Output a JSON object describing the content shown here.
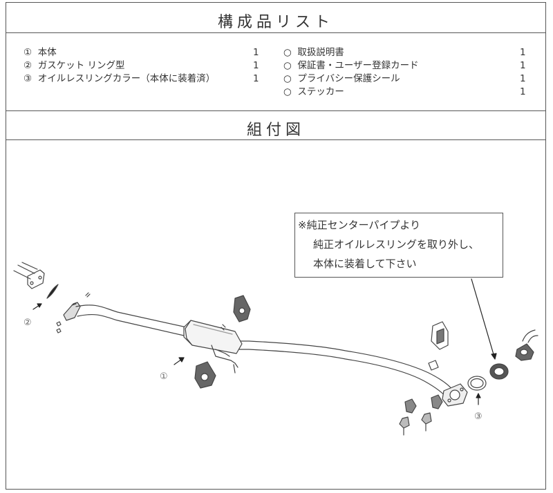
{
  "sections": {
    "parts_list_title": "構成品リスト",
    "assembly_title": "組付図"
  },
  "parts_left": [
    {
      "num": "①",
      "name": "本体",
      "qty": "1"
    },
    {
      "num": "②",
      "name": "ガスケット リング型",
      "qty": "1"
    },
    {
      "num": "③",
      "name": "オイルレスリングカラー（本体に装着済）",
      "qty": "1"
    }
  ],
  "parts_right": [
    {
      "num": "○",
      "name": "取扱説明書",
      "qty": "1"
    },
    {
      "num": "○",
      "name": "保証書・ユーザー登録カード",
      "qty": "1"
    },
    {
      "num": "○",
      "name": "プライバシー保護シール",
      "qty": "1"
    },
    {
      "num": "○",
      "name": "ステッカー",
      "qty": "1"
    }
  ],
  "note": {
    "line1": "※純正センターパイプより",
    "line2": "純正オイルレスリングを取り外し、",
    "line3": "本体に装着して下さい"
  },
  "callouts": {
    "c1": "①",
    "c2": "②",
    "c3": "③"
  }
}
